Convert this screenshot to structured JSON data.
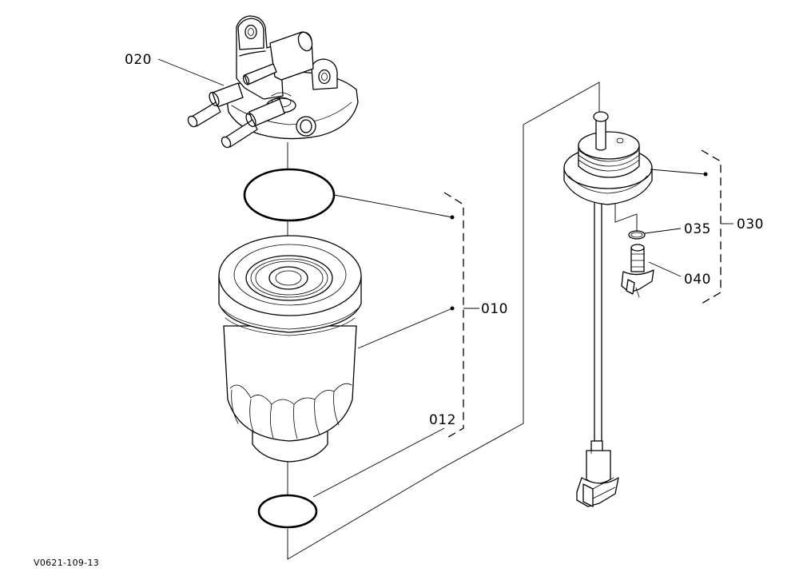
{
  "callouts": {
    "p020": "020",
    "p010": "010",
    "p012": "012",
    "p035": "035",
    "p030": "030",
    "p040": "040"
  },
  "drawing_id": "V0621-109-13",
  "colors": {
    "line": "#000000",
    "background": "#ffffff"
  }
}
